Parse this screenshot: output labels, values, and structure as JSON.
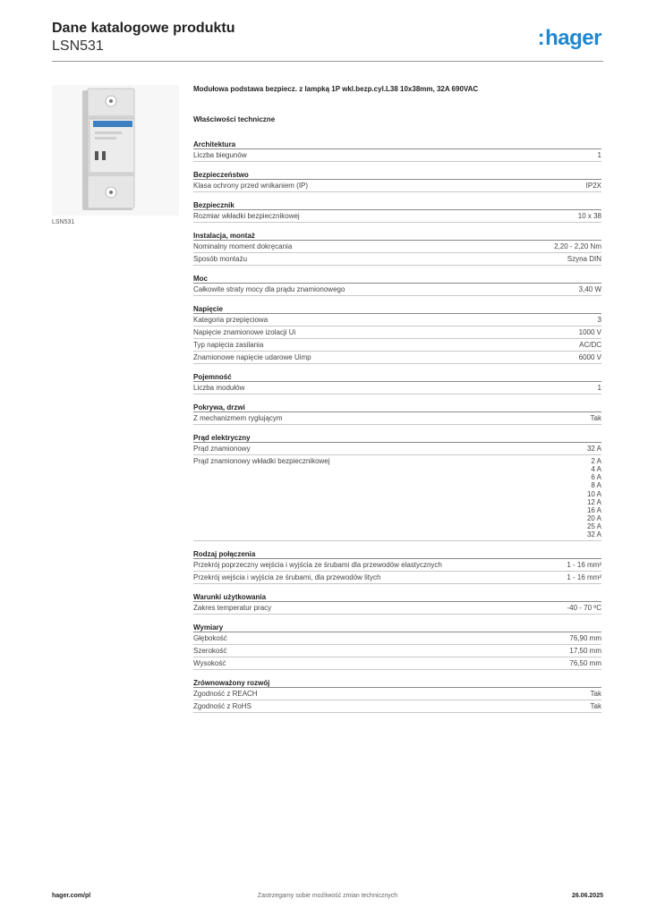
{
  "header": {
    "title": "Dane katalogowe produktu",
    "code": "LSN531",
    "logo": "hager",
    "logo_mark": ":"
  },
  "photo": {
    "caption": "LSN531",
    "colors": {
      "body": "#e6e6e6",
      "shade": "#c9c9c9",
      "label": "#3d7fc1"
    }
  },
  "product": {
    "description": "Modułowa podstawa bezpiecz. z lampką 1P wkl.bezp.cyl.L38 10x38mm, 32A 690VAC",
    "properties_title": "Właściwości techniczne"
  },
  "sections": [
    {
      "title": "Architektura",
      "rows": [
        {
          "label": "Liczba biegunów",
          "values": [
            "1"
          ]
        }
      ]
    },
    {
      "title": "Bezpieczeństwo",
      "rows": [
        {
          "label": "Klasa ochrony przed wnikaniem (IP)",
          "values": [
            "IP2X"
          ]
        }
      ]
    },
    {
      "title": "Bezpiecznik",
      "rows": [
        {
          "label": "Rozmiar wkładki bezpiecznikowej",
          "values": [
            "10 x 38"
          ]
        }
      ]
    },
    {
      "title": "Instalacja, montaż",
      "rows": [
        {
          "label": "Nominalny moment dokręcania",
          "values": [
            "2,20 - 2,20 Nm"
          ]
        },
        {
          "label": "Sposób montażu",
          "values": [
            "Szyna DIN"
          ]
        }
      ]
    },
    {
      "title": "Moc",
      "rows": [
        {
          "label": "Całkowite straty mocy dla prądu znamionowego",
          "values": [
            "3,40 W"
          ]
        }
      ]
    },
    {
      "title": "Napięcie",
      "rows": [
        {
          "label": "Kategoria przepięciowa",
          "values": [
            "3"
          ]
        },
        {
          "label": "Napięcie znamionowe izolacji Ui",
          "values": [
            "1000 V"
          ]
        },
        {
          "label": "Typ napięcia zasilania",
          "values": [
            "AC/DC"
          ]
        },
        {
          "label": "Znamionowe napięcie udarowe Uimp",
          "values": [
            "6000 V"
          ]
        }
      ]
    },
    {
      "title": "Pojemność",
      "rows": [
        {
          "label": "Liczba modułów",
          "values": [
            "1"
          ]
        }
      ]
    },
    {
      "title": "Pokrywa, drzwi",
      "rows": [
        {
          "label": "Z mechanizmem ryglującym",
          "values": [
            "Tak"
          ]
        }
      ]
    },
    {
      "title": "Prąd elektryczny",
      "rows": [
        {
          "label": "Prąd znamionowy",
          "values": [
            "32 A"
          ]
        },
        {
          "label": "Prąd znamionowy wkładki bezpiecznikowej",
          "values": [
            "2 A",
            "4 A",
            "6 A",
            "8 A",
            "10 A",
            "12 A",
            "16 A",
            "20 A",
            "25 A",
            "32 A"
          ]
        }
      ]
    },
    {
      "title": "Rodzaj połączenia",
      "rows": [
        {
          "label": "Przekrój poprzeczny wejścia i wyjścia ze śrubami dla przewodów elastycznych",
          "values": [
            "1 - 16 mm²"
          ]
        },
        {
          "label": "Przekrój wejścia i wyjścia ze śrubami, dla przewodów litych",
          "values": [
            "1 - 16 mm²"
          ]
        }
      ]
    },
    {
      "title": "Warunki użytkowania",
      "rows": [
        {
          "label": "Zakres temperatur pracy",
          "values": [
            "-40 - 70 ºC"
          ]
        }
      ]
    },
    {
      "title": "Wymiary",
      "rows": [
        {
          "label": "Głębokość",
          "values": [
            "76,90 mm"
          ]
        },
        {
          "label": "Szerokość",
          "values": [
            "17,50 mm"
          ]
        },
        {
          "label": "Wysokość",
          "values": [
            "76,50 mm"
          ]
        }
      ]
    },
    {
      "title": "Zrównoważony rozwój",
      "rows": [
        {
          "label": "Zgodność z REACH",
          "values": [
            "Tak"
          ]
        },
        {
          "label": "Zgodność z RoHS",
          "values": [
            "Tak"
          ]
        }
      ]
    }
  ],
  "footer": {
    "website": "hager.com/pl",
    "notice": "Zastrzegamy sobie możliwość zmian technicznych",
    "date": "26.06.2025"
  }
}
